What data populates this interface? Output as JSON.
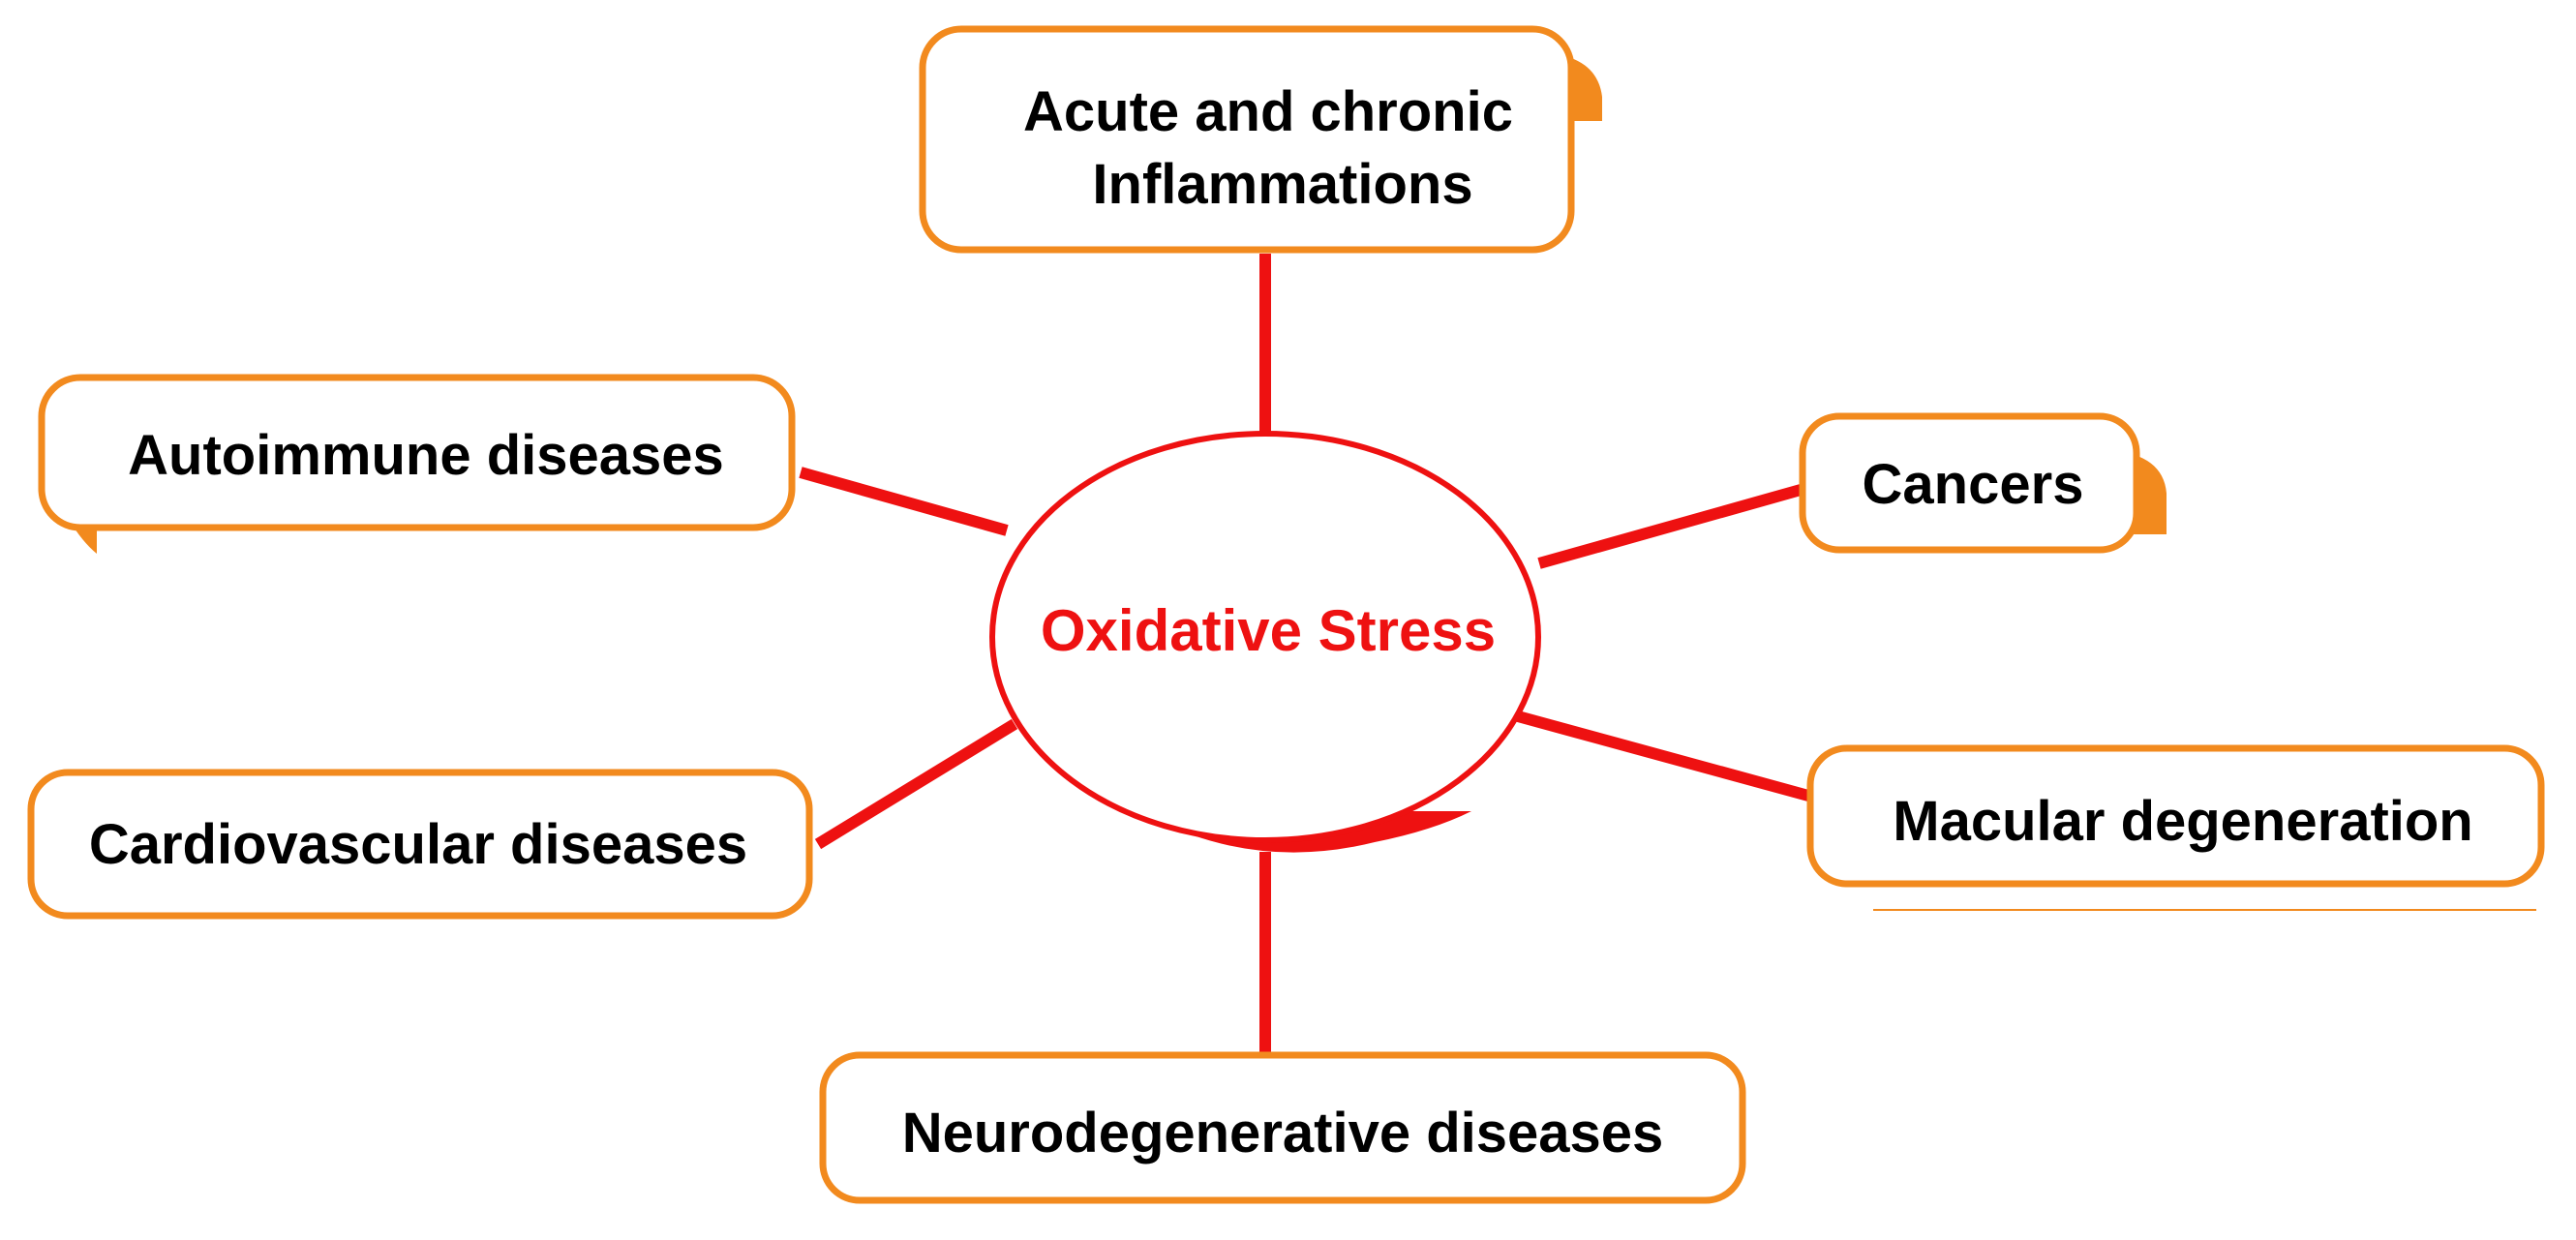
{
  "colors": {
    "box_border": "#F28A1E",
    "box_shadow": "#F28A1E",
    "connector": "#EE1111",
    "center_border": "#EE1111",
    "center_text": "#EE1111",
    "box_text": "#000000"
  },
  "center": {
    "label": "Oxidative Stress"
  },
  "nodes": {
    "inflammations": {
      "line1": "Acute and chronic",
      "line2": "Inflammations"
    },
    "autoimmune": {
      "label": "Autoimmune diseases"
    },
    "cancers": {
      "label": "Cancers"
    },
    "cardiovascular": {
      "label": "Cardiovascular diseases"
    },
    "macular": {
      "label": "Macular degeneration"
    },
    "neurodegenerative": {
      "label": "Neurodegenerative diseases"
    }
  }
}
